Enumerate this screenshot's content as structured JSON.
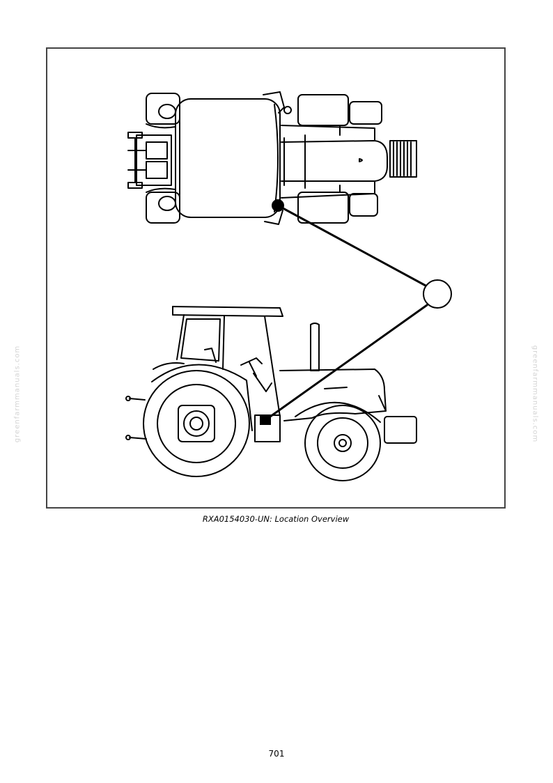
{
  "figure": {
    "caption": "RXA0154030-UN: Location Overview",
    "callout_icon": "location-callout-circle"
  },
  "watermark": {
    "left_text": "greenfarmmanuals.com",
    "right_text": "greenfarmmanuals.com"
  },
  "page": {
    "number": "701"
  }
}
